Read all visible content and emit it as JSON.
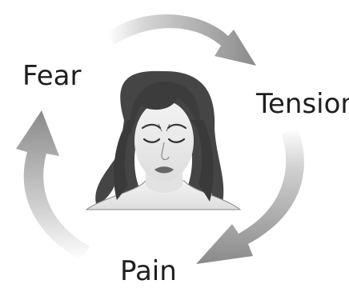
{
  "cycle": {
    "labels": {
      "fear": "Fear",
      "tension": "Tension",
      "pain": "Pain"
    },
    "arrow_color": "#8c8c8c",
    "text_color": "#1f1f1f"
  },
  "illustration": {
    "icon": "woman-face-eyes-closed-icon"
  }
}
